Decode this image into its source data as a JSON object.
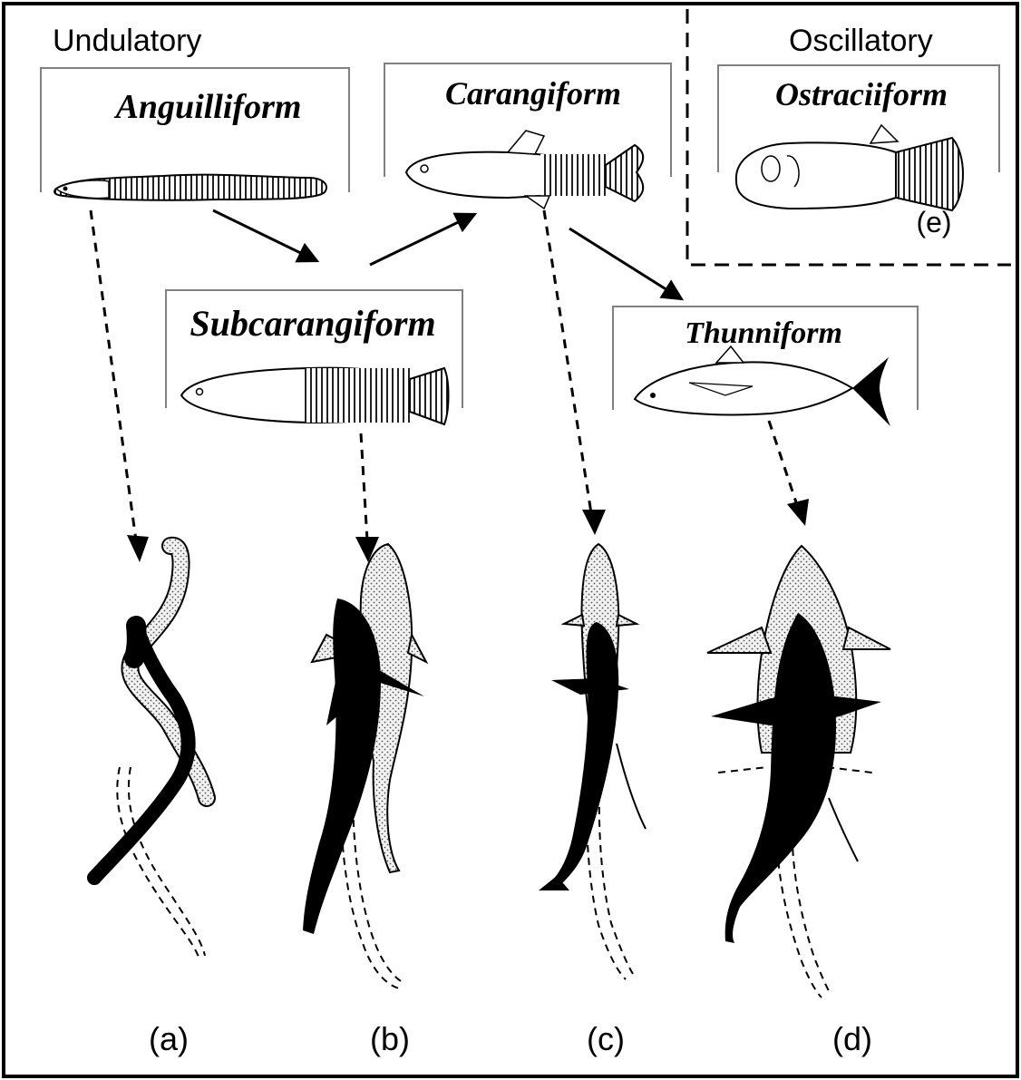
{
  "groups": {
    "undulatory": "Undulatory",
    "oscillatory": "Oscillatory"
  },
  "boxes": {
    "anguilliform": "Anguilliform",
    "carangiform": "Carangiform",
    "ostraciiform": "Ostraciiform",
    "subcarangiform": "Subcarangiform",
    "thunniform": "Thunniform"
  },
  "panel_labels": {
    "a": "(a)",
    "b": "(b)",
    "c": "(c)",
    "d": "(d)",
    "e": "(e)"
  },
  "colors": {
    "ink": "#000000",
    "stipple": "#d8d8d8",
    "box_border": "#808080"
  }
}
